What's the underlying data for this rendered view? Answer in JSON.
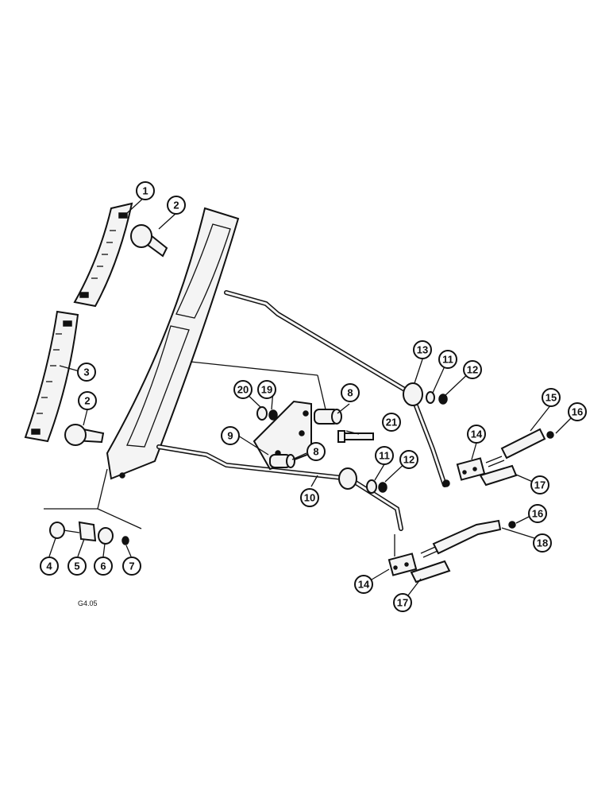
{
  "figure_code": "G4.05",
  "callouts": {
    "c1": "1",
    "c2a": "2",
    "c2b": "2",
    "c3": "3",
    "c4": "4",
    "c5": "5",
    "c6": "6",
    "c7": "7",
    "c8a": "8",
    "c8b": "8",
    "c9": "9",
    "c10": "10",
    "c11a": "11",
    "c11b": "11",
    "c12a": "12",
    "c12b": "12",
    "c13": "13",
    "c14a": "14",
    "c14b": "14",
    "c15": "15",
    "c16a": "16",
    "c16b": "16",
    "c17a": "17",
    "c17b": "17",
    "c18": "18",
    "c19": "19",
    "c20": "20",
    "c21": "21"
  }
}
